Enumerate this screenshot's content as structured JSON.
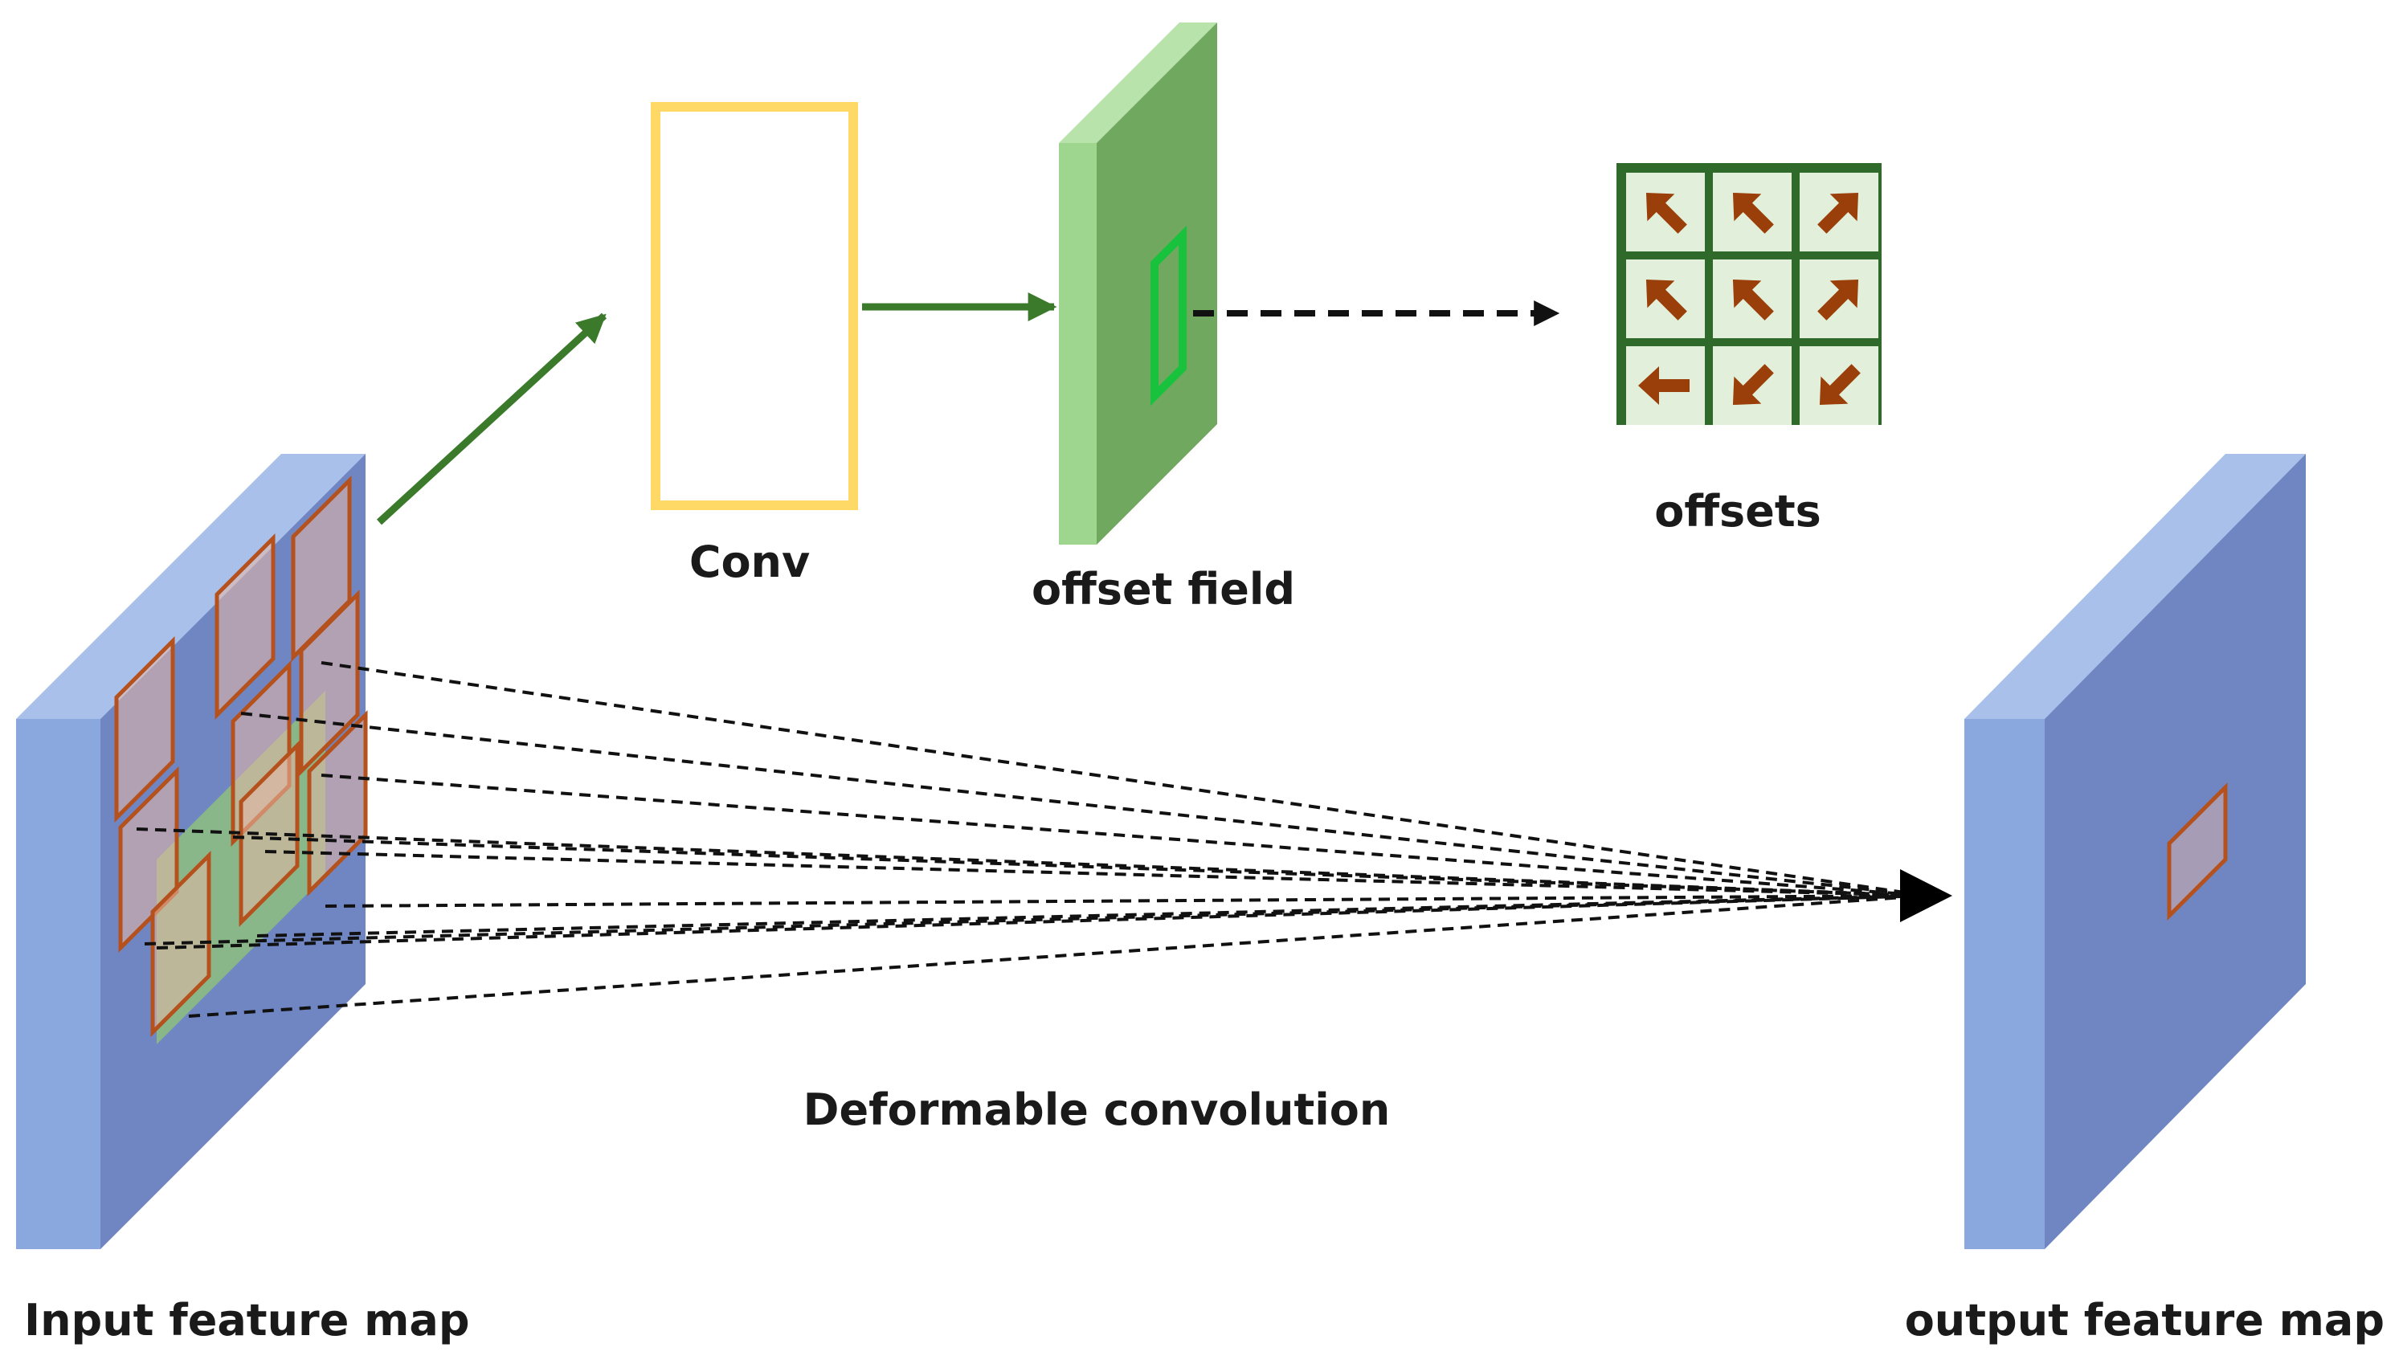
{
  "labels": {
    "conv": "Conv",
    "offset_field": "offset field",
    "offsets": "offsets",
    "deformable_convolution": "Deformable convolution",
    "input_feature_map": "Input feature map",
    "output_feature_map": "output feature map"
  },
  "offset_arrows": [
    {
      "row": 0,
      "col": 0,
      "direction": "up-left"
    },
    {
      "row": 0,
      "col": 1,
      "direction": "up-left"
    },
    {
      "row": 0,
      "col": 2,
      "direction": "up-right"
    },
    {
      "row": 1,
      "col": 0,
      "direction": "up-left"
    },
    {
      "row": 1,
      "col": 1,
      "direction": "up-left"
    },
    {
      "row": 1,
      "col": 2,
      "direction": "up-right"
    },
    {
      "row": 2,
      "col": 0,
      "direction": "left"
    },
    {
      "row": 2,
      "col": 1,
      "direction": "down-left"
    },
    {
      "row": 2,
      "col": 2,
      "direction": "down-left"
    }
  ],
  "colors": {
    "feature_map_front": "#7f9fd8",
    "feature_map_face": "#6f86c2",
    "feature_map_top": "#a9c0ea",
    "conv_border": "#ffd966",
    "offset_field_face": "#70a860",
    "offset_field_front": "#9fd68f",
    "offset_field_highlight": "#18c23c",
    "connector_green": "#3a7a2a",
    "offset_grid_border": "#2f6a2a",
    "offset_cell_bg": "#e2efda",
    "offset_arrow": "#9b3f0a",
    "sample_border": "#b5511c",
    "sample_fill": "#e8b8a8"
  }
}
